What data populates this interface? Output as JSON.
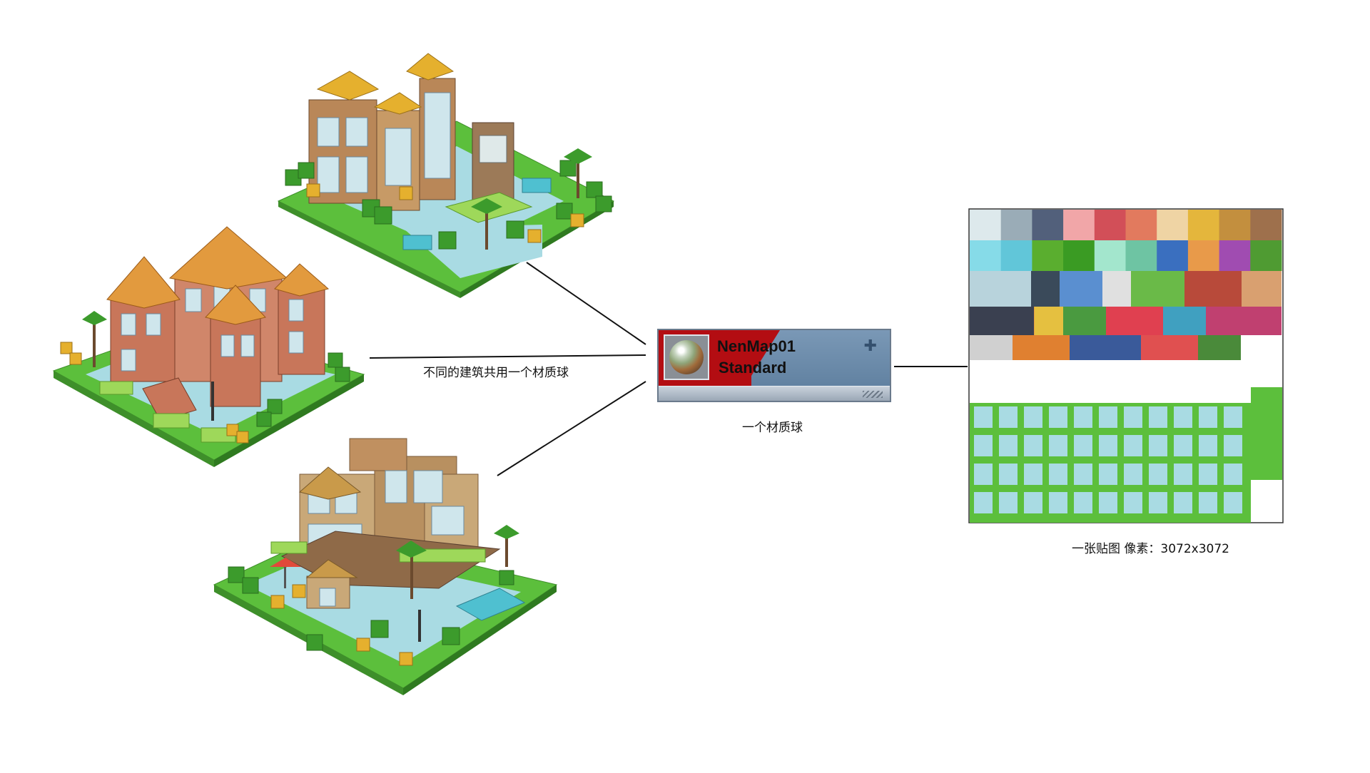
{
  "labels": {
    "shared_material": "不同的建筑共用一个材质球",
    "one_material": "一个材质球",
    "one_texture": "一张贴图 像素：3072x3072"
  },
  "material": {
    "name": "NenMap01",
    "type": "Standard",
    "icon": "plus-icon"
  },
  "colors": {
    "grass": "#5cbf3c",
    "pavement": "#a9dbe3",
    "roof_orange": "#e29a3e",
    "roof_yellow": "#e5b02e",
    "brick": "#c8765a",
    "wall_tan": "#c9a878",
    "slot_red": "#b30d12",
    "slot_blue": "#6a8aac"
  },
  "palette": {
    "row1": [
      "#dde9ec",
      "#9aacb7",
      "#52607b",
      "#f1a6a8",
      "#d24f58",
      "#e27a5e",
      "#efd4a4",
      "#e4b63c",
      "#c38f3e",
      "#9e704c"
    ],
    "row2": [
      "#86dbe8",
      "#61c6d9",
      "#5aae2f",
      "#3a9b23",
      "#a3e6cd",
      "#6ec4a3",
      "#3a6fbf",
      "#e89a4a",
      "#a04cb1",
      "#4f9b32"
    ]
  }
}
